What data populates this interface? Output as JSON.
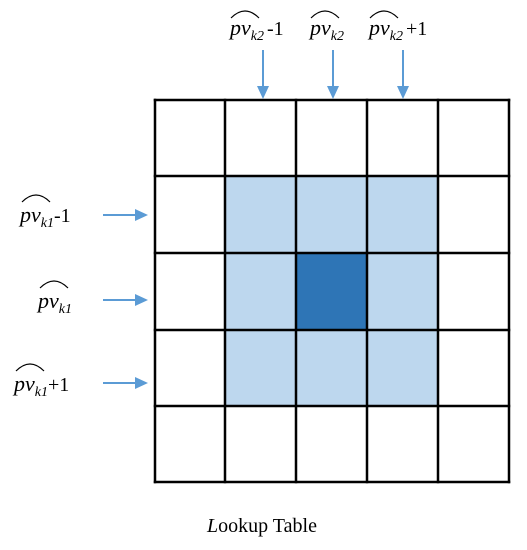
{
  "colors": {
    "neighbor_cell": "#bdd7ee",
    "center_cell": "#2e75b6",
    "empty_cell": "#ffffff",
    "grid_line": "#000000",
    "arrow": "#5b9bd5"
  },
  "grid": {
    "rows": 5,
    "cols": 5,
    "neighbor_cells": [
      [
        1,
        1
      ],
      [
        1,
        2
      ],
      [
        1,
        3
      ],
      [
        2,
        1
      ],
      [
        2,
        3
      ],
      [
        3,
        1
      ],
      [
        3,
        2
      ],
      [
        3,
        3
      ]
    ],
    "center_cell": [
      2,
      2
    ]
  },
  "column_labels": [
    {
      "main": "pv",
      "sub": "k2",
      "offset": "-1"
    },
    {
      "main": "pv",
      "sub": "k2",
      "offset": ""
    },
    {
      "main": "pv",
      "sub": "k2",
      "offset": "+1"
    }
  ],
  "row_labels": [
    {
      "main": "pv",
      "sub": "k1",
      "offset": "-1"
    },
    {
      "main": "pv",
      "sub": "k1",
      "offset": ""
    },
    {
      "main": "pv",
      "sub": "k1",
      "offset": "+1"
    }
  ],
  "caption": {
    "first_letter": "L",
    "rest": "ookup Table"
  }
}
